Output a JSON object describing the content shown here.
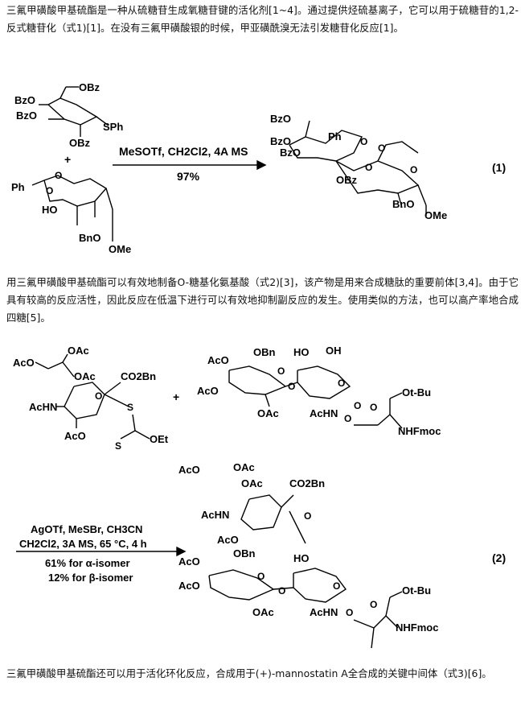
{
  "paragraphs": {
    "p1": "三氟甲磺酸甲基硫酯是一种从硫糖苷生成氧糖苷键的活化剂[1~4]。通过提供烃硫基离子，它可以用于硫糖苷的1,2-反式糖苷化（式1)[1]。在没有三氟甲磺酸银的时候，甲亚磺酰溴无法引发糖苷化反应[1]。",
    "p2": "用三氟甲磺酸甲基硫酯可以有效地制备O-糖基化氨基酸（式2)[3]，该产物是用来合成糖肽的重要前体[3,4]。由于它具有较高的反应活性，因此反应在低温下进行可以有效地抑制副反应的发生。使用类似的方法，也可以高产率地合成四糖[5]。",
    "p3": "三氟甲磺酸甲基硫酯还可以用于活化环化反应，合成用于(+)-mannostatin A全合成的关键中间体（式3)[6]。"
  },
  "scheme1": {
    "number": "(1)",
    "plus": "+",
    "conditions_line1": "MeSOTf, CH2Cl2, 4A MS",
    "yield": "97%",
    "donor": {
      "g1": "OBz",
      "g2": "BzO",
      "g3": "BzO",
      "g4": "OBz",
      "g5": "SPh"
    },
    "acceptor": {
      "g1": "Ph",
      "g2": "O",
      "g3": "O",
      "g4": "HO",
      "g5": "BnO",
      "g6": "OMe"
    },
    "product": {
      "g1": "BzO",
      "g2": "Ph",
      "g3": "BzO",
      "g4": "BzO",
      "g5": "O",
      "g6": "O",
      "g7": "O",
      "g8": "O",
      "g9": "OBz",
      "g10": "BnO",
      "g11": "OMe"
    }
  },
  "scheme2": {
    "number": "(2)",
    "plus": "+",
    "cond1": "AgOTf, MeSBr, CH3CN",
    "cond2": "CH2Cl2, 3A MS, 65 °C, 4 h",
    "cond3": "61% for α-isomer",
    "cond4": "12% for β-isomer",
    "sialyl": {
      "g1": "AcO",
      "g2": "OAc",
      "g3": "OAc",
      "g4": "CO2Bn",
      "g5": "AcHN",
      "g6": "AcO",
      "g7": "S",
      "g8": "S",
      "g9": "OEt",
      "g10": "O"
    },
    "acceptor": {
      "g1": "AcO",
      "g2": "OBn",
      "g3": "HO",
      "g4": "OH",
      "g5": "AcO",
      "g6": "O",
      "g7": "O",
      "g8": "O",
      "g9": "O",
      "g10": "OAc",
      "g11": "AcHN",
      "g12": "Ot-Bu",
      "g13": "O",
      "g14": "NHFmoc",
      "g15": "O"
    },
    "product": {
      "g1": "AcO",
      "g2": "OAc",
      "g3": "OAc",
      "g4": "CO2Bn",
      "g5": "AcHN",
      "g6": "AcO",
      "g7": "O",
      "g8": "AcO",
      "g9": "OBn",
      "g10": "HO",
      "g11": "AcO",
      "g12": "O",
      "g13": "O",
      "g14": "O",
      "g15": "OAc",
      "g16": "AcHN",
      "g17": "O",
      "g18": "Ot-Bu",
      "g19": "O",
      "g20": "NHFmoc"
    }
  }
}
